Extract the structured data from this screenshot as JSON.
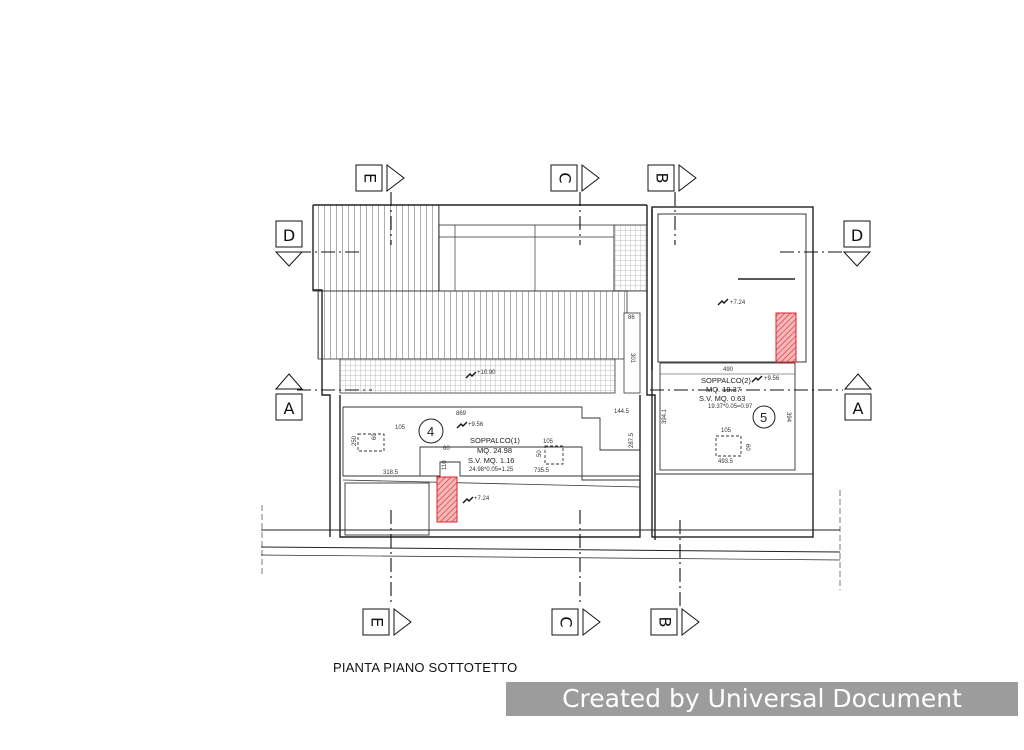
{
  "caption": "PIANTA PIANO SOTTOTETTO",
  "watermark": "Created by Universal Document Converter",
  "section_markers": {
    "E": "E",
    "C": "C",
    "B": "B",
    "D": "D",
    "A": "A"
  },
  "rooms": {
    "soppalco1": {
      "number": "4",
      "name": "SOPPALCO(1)",
      "mq": "MQ.   24.98",
      "sv": "S.V. MQ.   1.16",
      "formula": "24.98*0.05=1.25"
    },
    "soppalco2": {
      "number": "5",
      "name": "SOPPALCO(2)",
      "mq": "MQ.   19.37",
      "sv": "S.V. MQ.   0.63",
      "formula": "19.37*0.05=0.97"
    }
  },
  "levels": {
    "upper_right": "+7.24",
    "soppalco2": "+9.56",
    "soppalco1": "+9.56",
    "lower_left": "+7.24",
    "roof": "+10.90"
  },
  "dimensions": {
    "d869": "869",
    "d144_5": "144.5",
    "d105a": "105",
    "d60a": "60",
    "d250": "250",
    "d110": "110",
    "d60b": "60",
    "d105b": "105",
    "d50": "50",
    "d318_5": "318.5",
    "d735_5": "735.5",
    "d287_5": "287.5",
    "d86": "86",
    "d301": "301",
    "d490": "490",
    "d394_1": "394.1",
    "d394": "394",
    "d105c": "105",
    "d60c": "60",
    "d493_5": "493.5"
  },
  "colors": {
    "hatch_red": "#d9252b",
    "line": "#222222",
    "watermark_bg": "#9c9c9c"
  }
}
